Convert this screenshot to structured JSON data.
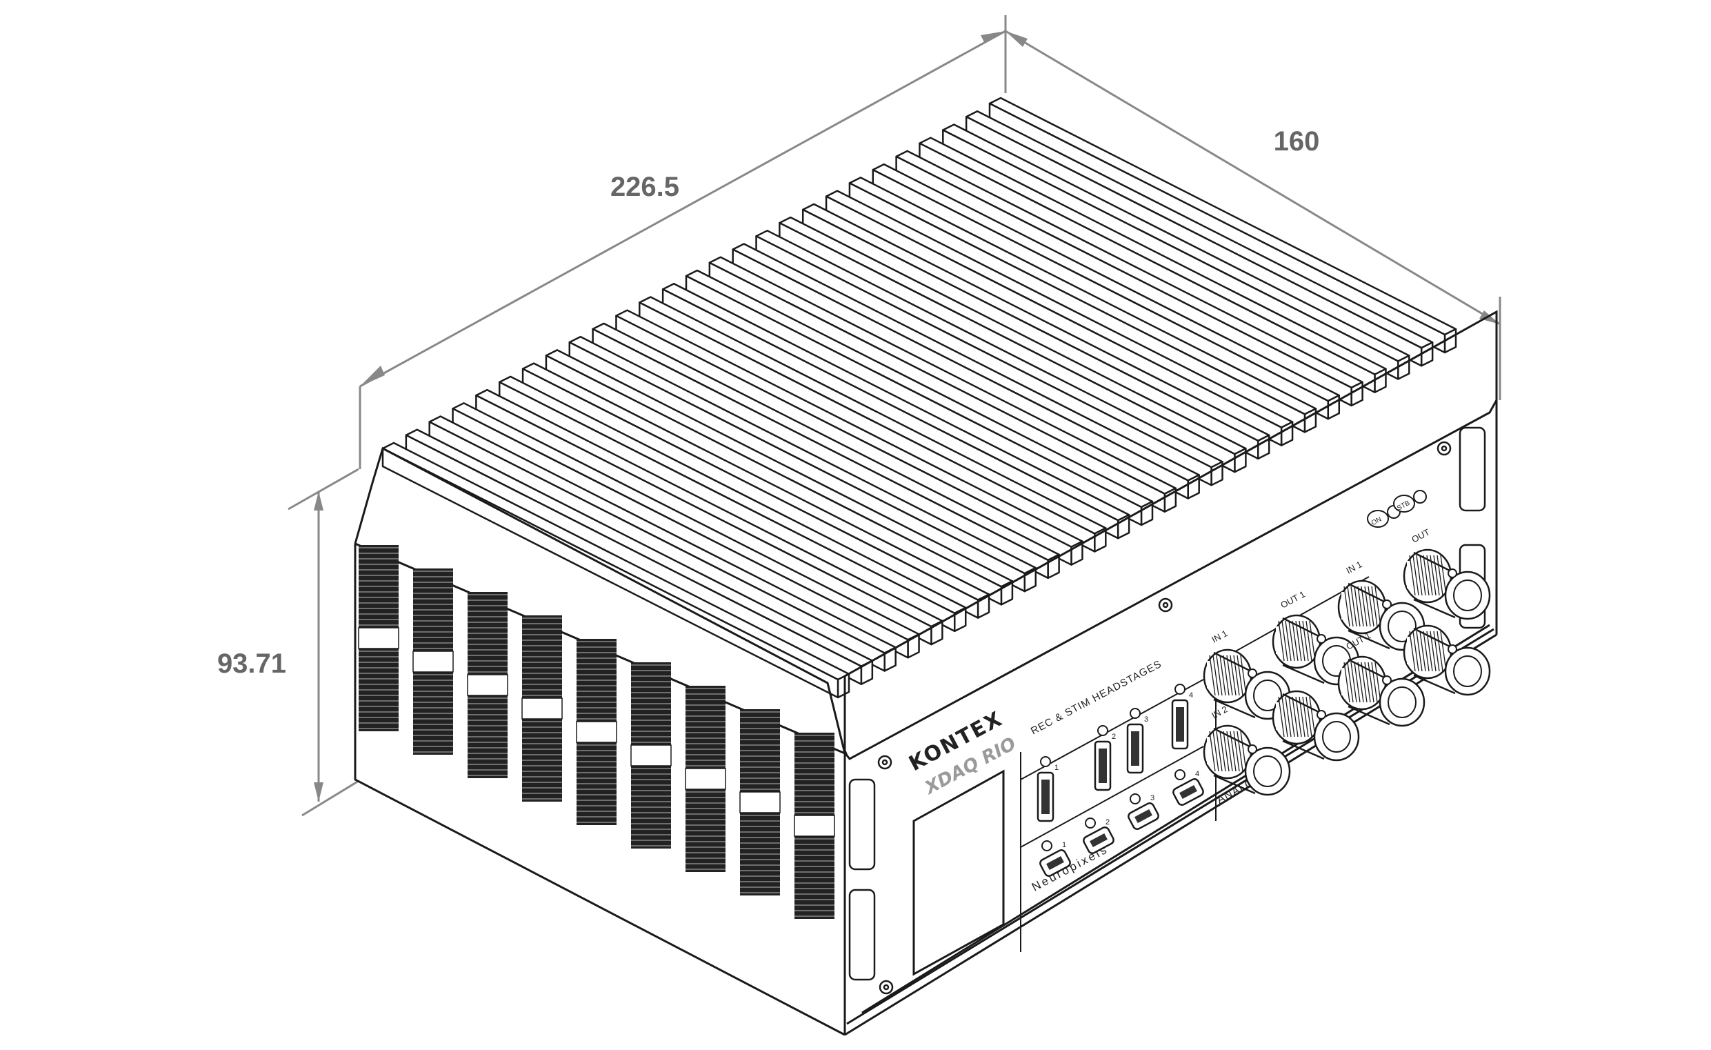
{
  "dimensions": {
    "width": "226.5",
    "depth": "160",
    "height": "93.71"
  },
  "device": {
    "brand": "KONTEX",
    "model": "XDAQ RIO",
    "section_headstages": "REC & STIM HEADSTAGES",
    "section_neuropixels": "Neuropixels",
    "section_analog": "ANALOG",
    "led_on": "ON",
    "led_stb": "STB",
    "port_numbers": [
      "1",
      "2",
      "3",
      "4"
    ],
    "bnc_labels": [
      "IN 1",
      "IN 2",
      "OUT 1",
      "IN 1",
      "OUT 1",
      "OUT"
    ]
  },
  "colors": {
    "line": "#1a1a1a",
    "dimension": "#888888",
    "dimension_text": "#666666",
    "background": "#ffffff"
  }
}
